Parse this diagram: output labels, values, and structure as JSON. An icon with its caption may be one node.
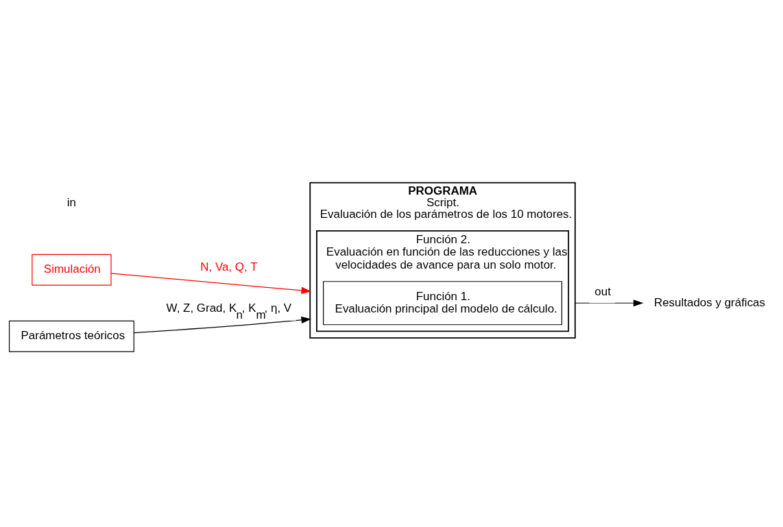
{
  "diagram": {
    "nodes": [
      {
        "text": [
          "PROGRAMA",
          "Script.",
          "Evaluación de los parámetros de los 10 motores."
        ]
      },
      {
        "text": [
          "Función 2.",
          "Evaluación en función de las reducciones y las velocidades de avance para un solo motor."
        ],
        "in": 0
      },
      {
        "text": [
          "Función 1.",
          "Evaluación principal del modelo de cálculo."
        ],
        "in": 1
      },
      {
        "text": [
          "Simulación"
        ]
      },
      {
        "text": [
          "Parámetros teóricos"
        ]
      },
      {
        "text": [
          "Resultados y gráficas"
        ]
      }
    ],
    "edges": [
      {
        "from": 3,
        "to": 0,
        "arrow": "to",
        "label": "N, Va, Q, T",
        "color": "#ff0000"
      },
      {
        "from": 4,
        "to": 0,
        "arrow": "to",
        "label": "W, Z, Grad, K$_{n}$, K$_{m}$, η, V"
      },
      {
        "from": 0,
        "to": 5,
        "arrow": "to",
        "label": "out"
      }
    ],
    "labels": [
      "in"
    ]
  }
}
